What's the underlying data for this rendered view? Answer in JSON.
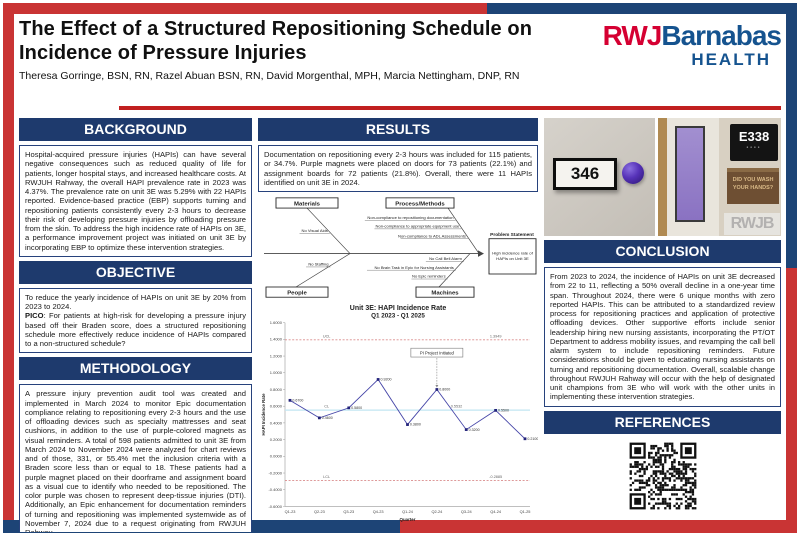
{
  "poster": {
    "title_line1": "The Effect of a Structured Repositioning Schedule on",
    "title_line2": "Incidence of Pressure Injuries",
    "authors": "Theresa Gorringe, BSN, RN, Razel Abuan BSN, RN, David Morgenthal, MPH, Marcia Nettingham, DNP, RN",
    "logo": {
      "rwj": "RWJ",
      "barnabas": "Barnabas",
      "health": "HEALTH"
    }
  },
  "sections": {
    "background": {
      "header": "BACKGROUND",
      "body": "Hospital-acquired pressure injuries (HAPIs) can have several negative consequences such as reduced quality of life for patients, longer hospital stays, and increased healthcare costs. At RWJUH Rahway, the overall HAPI prevalence rate in 2023 was 4.37%. The prevalence rate on unit 3E was 5.29% with 22 HAPIs reported. Evidence-based practice (EBP) supports turning and repositioning patients consistently every 2-3 hours to decrease their risk of developing pressure injuries by offloading pressure from the skin. To address the high incidence rate of HAPIs on 3E, a performance improvement project was initiated on unit 3E by incorporating EBP to optimize these intervention strategies."
    },
    "objective": {
      "header": "OBJECTIVE",
      "goal": "To reduce the yearly incidence of HAPIs on unit 3E by 20% from 2023 to 2024.",
      "pico_label": "PICO",
      "pico_text": ": For patients at high-risk for developing a pressure injury based off their Braden score, does a structured repositioning schedule more effectively reduce incidence of HAPIs compared to a non-structured schedule?"
    },
    "methodology": {
      "header": "METHODOLOGY",
      "body": "A pressure injury prevention audit tool was created and implemented in March 2024 to monitor Epic documentation compliance relating to repositioning every 2-3 hours and the use of offloading devices such as specialty mattresses and seat cushions, in addition to the use of purple-colored magnets as visual reminders. A total of 598 patients admitted to unit 3E from March 2024 to November 2024 were analyzed for chart reviews and of those, 331, or 55.4% met the inclusion criteria with a Braden score less than or equal to 18. These patients had a purple magnet placed on their doorframe and assignment board as a visual cue to identify who needed to be repositioned. The color purple was chosen to represent deep-tissue injuries (DTI). Additionally, an Epic enhancement for documentation reminders of turning and repositioning was implemented systemwide as of November 7, 2024 due to a request originating from RWJUH Rahway."
    },
    "results": {
      "header": "RESULTS",
      "body": "Documentation on repositioning every 2-3 hours was included for 115 patients, or 34.7%. Purple magnets were placed on doors for 73 patients (22.1%) and assignment boards for 72 patients (21.8%). Overall, there were 11 HAPIs identified on unit 3E in 2024."
    },
    "conclusion": {
      "header": "CONCLUSION",
      "body": "From 2023 to 2024, the incidence of HAPIs on unit 3E decreased from 22 to 11, reflecting a 50% overall decline in a one-year time span. Throughout 2024, there were 6 unique months with zero reported HAPIs. This can be attributed to a standardized review process for repositioning practices and application of protective offloading devices. Other supportive efforts include senior leadership hiring new nursing assistants, incorporating the PT/OT Department to address mobility issues, and revamping the call bell alarm system to include repositioning reminders. Future considerations should be given to educating nursing assistants on turning and repositioning documentation. Overall, scalable change throughout RWJUH Rahway will occur with the help of designated unit champions from 3E who will work with the other units in implementing these intervention strategies."
    },
    "references": {
      "header": "REFERENCES"
    }
  },
  "fishbone": {
    "top_categories": [
      "Materials",
      "Process/Methods"
    ],
    "bottom_categories": [
      "People",
      "Machines"
    ],
    "materials_causes": [
      "No Visual Aids"
    ],
    "people_causes": [
      "No Staffing"
    ],
    "process_causes": [
      "Non-compliance to repositioning documentation",
      "Non-compliance to appropriate equipment use",
      "Non-compliance to ADL Assessments"
    ],
    "machines_causes": [
      "No Call Bell Alarm",
      "No Brain Task in Epic for Nursing Assistants",
      "No Epic reminders"
    ],
    "problem_label": "Problem Statement",
    "problem_text_line1": "High incidence rate of",
    "problem_text_line2": "HAPIs on Unit 3E"
  },
  "chart_data": {
    "type": "line",
    "title": "Unit 3E: HAPI Incidence Rate",
    "subtitle": "Q1 2023 - Q1 2025",
    "xlabel": "Quarter",
    "ylabel": "HAPI Incidence Rate",
    "categories": [
      "Q1-23",
      "Q2-23",
      "Q3-23",
      "Q4-23",
      "Q1-24",
      "Q2-24",
      "Q3-24",
      "Q4-24",
      "Q1-25"
    ],
    "values": [
      0.67,
      0.46,
      0.58,
      0.92,
      0.38,
      0.8,
      0.32,
      0.55,
      0.21
    ],
    "ylim": [
      -0.6,
      1.6
    ],
    "ytick_step": 0.2,
    "grid": false,
    "control_lines": {
      "ucl": {
        "label": "UCL",
        "value": 1.3949
      },
      "cl": {
        "label": "CL",
        "value": 0.5532
      },
      "lcl": {
        "label": "LCL",
        "value": -0.2885
      }
    },
    "annotation": {
      "text": "PI Project Initiated",
      "target_category": "Q2-24",
      "target_index": 5
    }
  },
  "photos": {
    "assignment_board": {
      "room_number": "346"
    },
    "door": {
      "room_sign": "E338",
      "wash_sign_line1": "DID YOU WASH",
      "wash_sign_line2": "YOUR HANDS?",
      "watermark": "RWJB"
    }
  },
  "colors": {
    "navy_header": "#1e3a6d",
    "frame_red": "#c93434",
    "frame_blue": "#1d4476",
    "accent_red": "#c11f1f",
    "logo_red": "#d50032",
    "logo_blue": "#15538f",
    "chart_line": "#4646a8",
    "chart_marker": "#23237a",
    "cl_line": "#c2e6f2",
    "control_red": "#d98c8c",
    "magnet_purple": "#8a72c2"
  }
}
